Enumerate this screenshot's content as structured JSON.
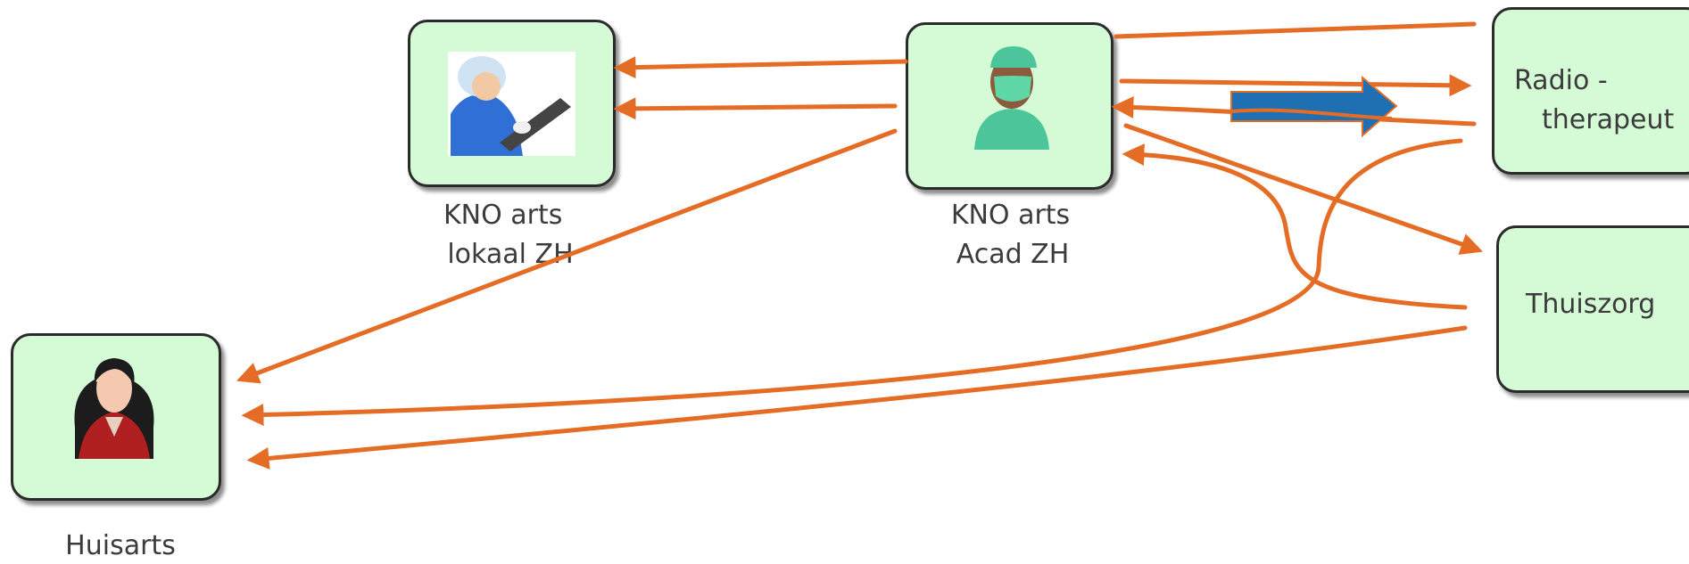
{
  "colors": {
    "node_fill": "#d4fbd6",
    "node_border": "#2b2b2b",
    "arrow": "#e46c25",
    "block_arrow": "#1f6fb3",
    "text": "#3b3b3b"
  },
  "nodes": {
    "kno_lokaal": {
      "caption_line1": "KNO arts",
      "caption_line2": "lokaal ZH",
      "icon": "nurse-icon"
    },
    "kno_acad": {
      "caption_line1": "KNO arts",
      "caption_line2": "Acad  ZH",
      "icon": "surgeon-icon"
    },
    "huisarts": {
      "caption": "Huisarts",
      "icon": "doctor-woman-icon"
    },
    "radiotherapeut": {
      "label_line1": "Radio -",
      "label_line2": "therapeut"
    },
    "thuiszorg": {
      "label": "Thuiszorg"
    }
  }
}
